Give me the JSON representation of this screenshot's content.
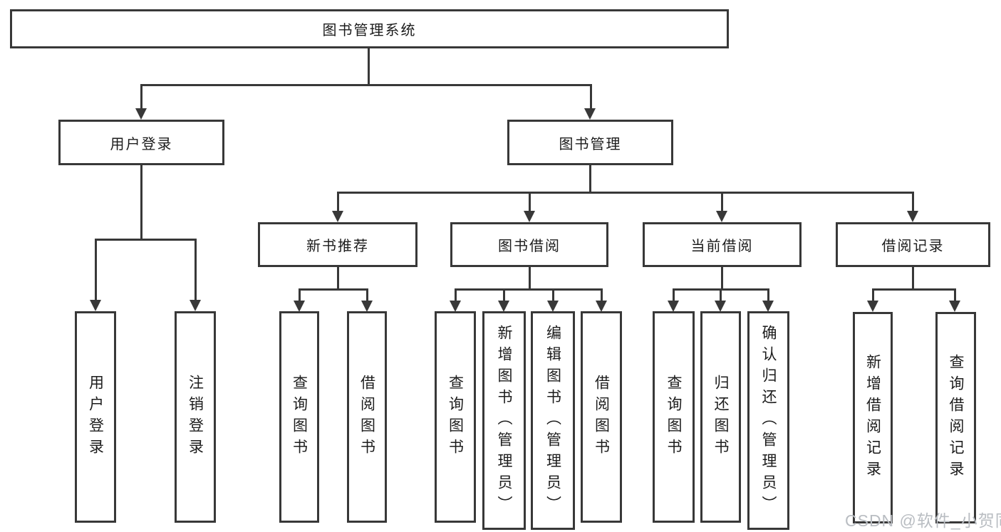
{
  "diagram": {
    "root_label": "图书管理系统",
    "user_login": {
      "label": "用户登录",
      "children": [
        "用户登录",
        "注销登录"
      ]
    },
    "book_mgmt": {
      "label": "图书管理",
      "sections": [
        {
          "label": "新书推荐",
          "children": [
            "查询图书",
            "借阅图书"
          ]
        },
        {
          "label": "图书借阅",
          "children": [
            "查询图书",
            "新增图书（管理员）",
            "编辑图书（管理员）",
            "借阅图书"
          ]
        },
        {
          "label": "当前借阅",
          "children": [
            "查询图书",
            "归还图书",
            "确认归还（管理员）"
          ]
        },
        {
          "label": "借阅记录",
          "children": [
            "新增借阅记录",
            "查询借阅记录"
          ]
        }
      ]
    },
    "colors": {
      "line": "#383838",
      "box_border": "#383838",
      "text": "#1c1c1c",
      "watermark": "#b9bdc2"
    },
    "watermark": "CSDN @软件_小贺同学"
  }
}
